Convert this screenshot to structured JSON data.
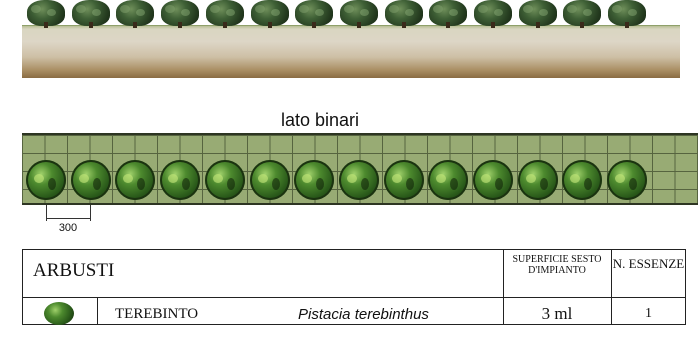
{
  "plan": {
    "side_label": "lato binari",
    "spacing_label": "300",
    "shrub_count": 14
  },
  "legend": {
    "category": "ARBUSTI",
    "header_superficie": "SUPERFICIE SESTO D'IMPIANTO",
    "header_count": "N. ESSENZE",
    "rows": [
      {
        "common_name": "TEREBINTO",
        "latin_name": "Pistacia terebinthus",
        "spacing": "3 ml",
        "count": "1"
      }
    ]
  },
  "colors": {
    "grid_fill": "#98ab74",
    "grid_line": "#56643f",
    "shrub_green": "#4d8a2e"
  }
}
